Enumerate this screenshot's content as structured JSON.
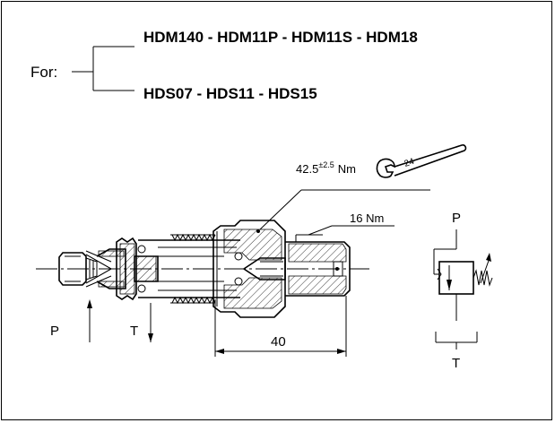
{
  "header": {
    "for_label": "For:",
    "line1": "HDM140 - HDM11P - HDM11S - HDM18",
    "line2": "HDS07 - HDS11 - HDS15"
  },
  "drawing": {
    "torque_wrench_value": "42.5",
    "torque_wrench_tolerance": "±2.5",
    "torque_wrench_unit": "Nm",
    "wrench_size": "24",
    "torque_cap": "16 Nm",
    "dimension": "40",
    "port_p": "P",
    "port_t": "T"
  },
  "symbol": {
    "port_p": "P",
    "port_t": "T"
  }
}
